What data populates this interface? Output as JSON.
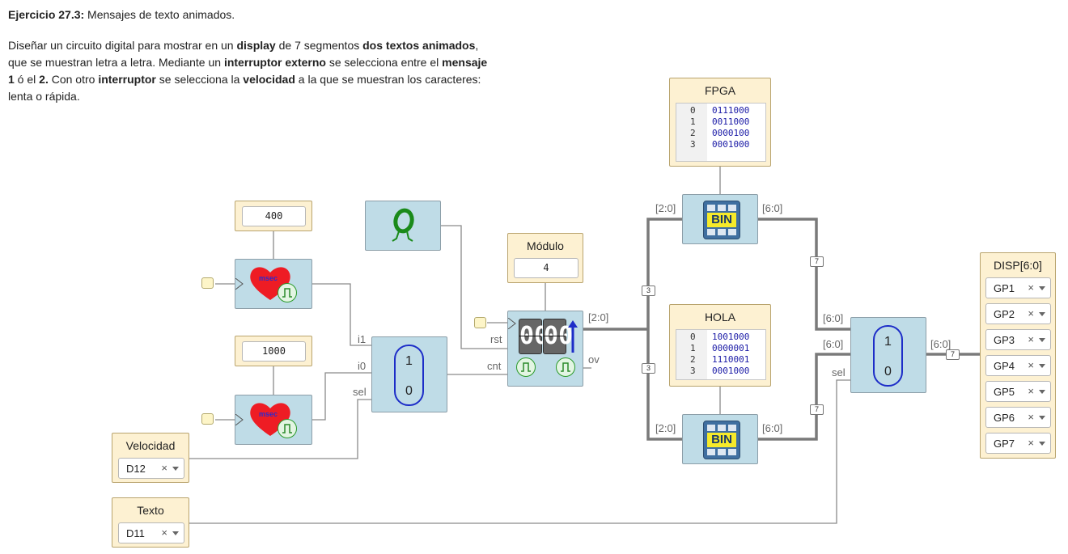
{
  "description": {
    "title_bold": "Ejercicio 27.3:",
    "title_rest": " Mensajes de texto animados.",
    "paragraph": [
      {
        "t": "Diseñar un circuito digital para mostrar en un "
      },
      {
        "b": "display"
      },
      {
        "t": " de 7 segmentos "
      },
      {
        "b": "dos textos animados"
      },
      {
        "t": ", que se muestran letra a letra. Mediante un "
      },
      {
        "b": "interruptor externo"
      },
      {
        "t": " se selecciona entre el "
      },
      {
        "b": "mensaje 1"
      },
      {
        "t": " ó el "
      },
      {
        "b": "2."
      },
      {
        "t": " Con otro "
      },
      {
        "b": "interruptor"
      },
      {
        "t": " se selecciona la "
      },
      {
        "b": "velocidad"
      },
      {
        "t": " a la que se muestran los caracteres: lenta o rápida."
      }
    ]
  },
  "timer_fast": {
    "value": "400",
    "icon_text": "msec"
  },
  "timer_slow": {
    "value": "1000",
    "icon_text": "msec"
  },
  "velocidad": {
    "title": "Velocidad",
    "selected": "D12",
    "clear": "×"
  },
  "texto": {
    "title": "Texto",
    "selected": "D11",
    "clear": "×"
  },
  "mux_speed": {
    "labels": {
      "i1": "i1",
      "i0": "i0",
      "sel": "sel"
    },
    "top": "1",
    "bottom": "0"
  },
  "modulo": {
    "title": "Módulo",
    "value": "4"
  },
  "counter": {
    "labels": {
      "rst": "rst",
      "cnt": "cnt",
      "ov": "ov"
    },
    "digits": "00"
  },
  "bus_labels": {
    "counter_out": "[2:0]",
    "rom_fpga_in": "[2:0]",
    "rom_fpga_out": "[6:0]",
    "rom_hola_in": "[2:0]",
    "rom_hola_out": "[6:0]",
    "mux_in1": "[6:0]",
    "mux_in0": "[6:0]",
    "mux_out": "[6:0]",
    "mux_sel": "sel"
  },
  "bus_widths": {
    "addr_top": "3",
    "addr_bottom": "3",
    "fpga_out": "7",
    "hola_out": "7",
    "display": "7"
  },
  "rom_fpga": {
    "title": "FPGA",
    "icon_text": "BIN",
    "rows": [
      {
        "addr": "0",
        "data": "0111000"
      },
      {
        "addr": "1",
        "data": "0011000"
      },
      {
        "addr": "2",
        "data": "0000100"
      },
      {
        "addr": "3",
        "data": "0001000"
      }
    ]
  },
  "rom_hola": {
    "title": "HOLA",
    "icon_text": "BIN",
    "rows": [
      {
        "addr": "0",
        "data": "1001000"
      },
      {
        "addr": "1",
        "data": "0000001"
      },
      {
        "addr": "2",
        "data": "1110001"
      },
      {
        "addr": "3",
        "data": "0001000"
      }
    ]
  },
  "mux_text": {
    "top": "1",
    "bottom": "0"
  },
  "display": {
    "title": "DISP[6:0]",
    "pins": [
      "GP1",
      "GP2",
      "GP3",
      "GP4",
      "GP5",
      "GP6",
      "GP7"
    ],
    "clear": "×"
  },
  "colors": {
    "block": "#bfdce7",
    "panel": "#fdf1d2",
    "bus": "#7a7a7a",
    "wire": "#8a8a8a",
    "mux_border": "#1d2dc8",
    "heart": "#ee1c24",
    "mem_data": "#1a1aa6"
  }
}
